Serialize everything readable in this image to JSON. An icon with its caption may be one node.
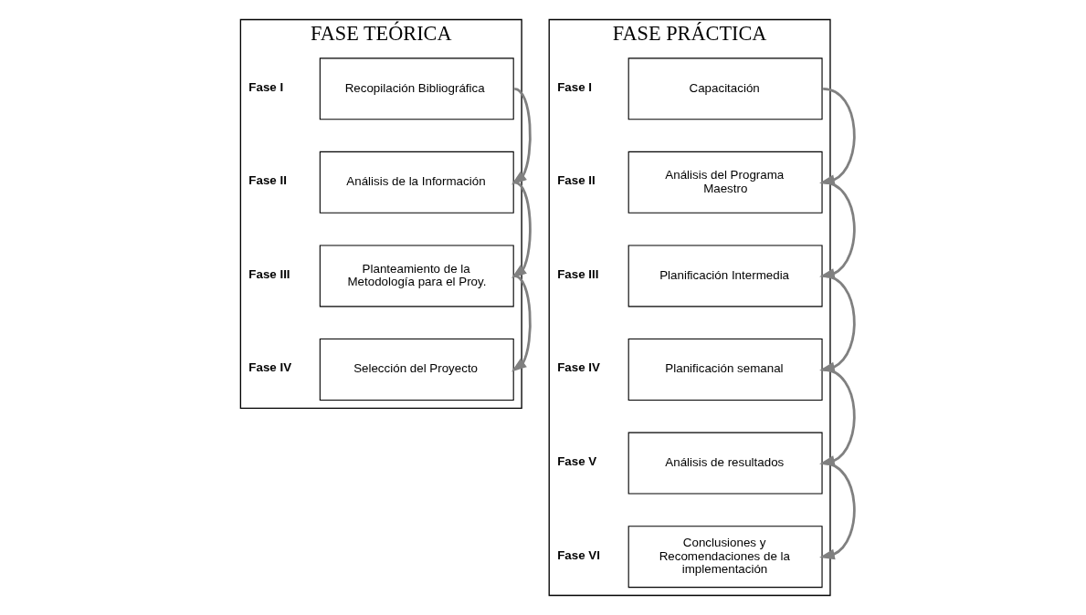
{
  "diagram": {
    "nodes": [
      {
        "text": [
          "FASE TEÓRICA"
        ]
      },
      {
        "text": [
          "Recopilación Bibliográfica"
        ],
        "in": 0,
        "beside": [
          "Fase I"
        ]
      },
      {
        "text": [
          "Análisis de la Información"
        ],
        "in": 0,
        "beside": [
          "Fase II"
        ]
      },
      {
        "text": [
          "Planteamiento de la Metodología para el Proy."
        ],
        "in": 0,
        "beside": [
          "Fase III"
        ]
      },
      {
        "text": [
          "Selección del Proyecto"
        ],
        "in": 0,
        "beside": [
          "Fase IV"
        ]
      },
      {
        "text": [
          "FASE PRÁCTICA"
        ]
      },
      {
        "text": [
          "Capacitación"
        ],
        "in": 5,
        "beside": [
          "Fase I"
        ]
      },
      {
        "text": [
          "Análisis del Programa Maestro"
        ],
        "in": 5,
        "beside": [
          "Fase II"
        ]
      },
      {
        "text": [
          "Planificación Intermedia"
        ],
        "in": 5,
        "beside": [
          "Fase III"
        ]
      },
      {
        "text": [
          "Planificación semanal"
        ],
        "in": 5,
        "beside": [
          "Fase IV"
        ]
      },
      {
        "text": [
          "Análisis de resultados"
        ],
        "in": 5,
        "beside": [
          "Fase V"
        ]
      },
      {
        "text": [
          "Conclusiones y Recomendaciones de la implementación"
        ],
        "in": 5,
        "beside": [
          "Fase VI"
        ]
      }
    ],
    "edges": [
      {
        "from": 1,
        "to": 2,
        "arrow": "to"
      },
      {
        "from": 2,
        "to": 3,
        "arrow": "to"
      },
      {
        "from": 3,
        "to": 4,
        "arrow": "to"
      },
      {
        "from": 6,
        "to": 7,
        "arrow": "to"
      },
      {
        "from": 7,
        "to": 8,
        "arrow": "to"
      },
      {
        "from": 8,
        "to": 9,
        "arrow": "to"
      },
      {
        "from": 9,
        "to": 10,
        "arrow": "to"
      },
      {
        "from": 10,
        "to": 11,
        "arrow": "to"
      }
    ]
  }
}
